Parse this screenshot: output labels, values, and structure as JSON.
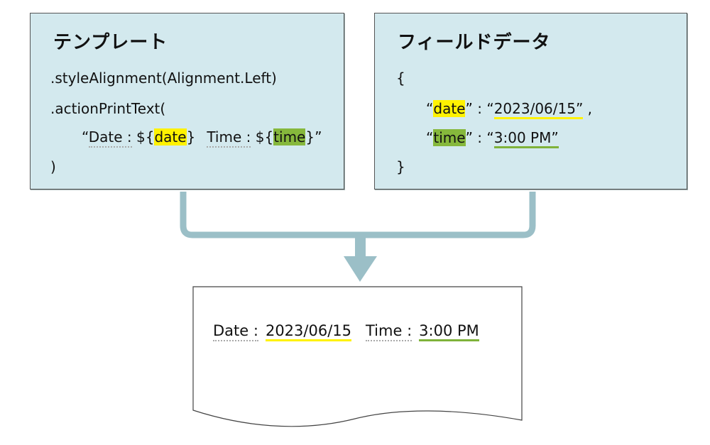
{
  "template": {
    "title": "テンプレート",
    "lines": {
      "l1": ".styleAlignment(Alignment.Left)",
      "l2": ".actionPrintText(",
      "l3_open": "“",
      "l3_date_label": "Date :",
      "l3_dollar1": " ${",
      "l3_date_var": "date",
      "l3_close1": "}",
      "l3_time_label": "Time :",
      "l3_dollar2": " ${",
      "l3_time_var": "time",
      "l3_close2": "}”",
      "l4": ")"
    }
  },
  "field_data": {
    "title": "フィールドデータ",
    "open_brace": "{",
    "row1": {
      "q1": "“",
      "key": "date",
      "q2": "”",
      "colon": " : “",
      "value": "2023/06/15”",
      "comma": " ,"
    },
    "row2": {
      "q1": "“",
      "key": "time",
      "q2": "”",
      "colon": " : “",
      "value": "3:00 PM”"
    },
    "close_brace": "}"
  },
  "output": {
    "date_label": "Date :",
    "date_value": "2023/06/15",
    "time_label": "Time :",
    "time_value": "3:00 PM"
  },
  "colors": {
    "box_fill": "#d3e9ee",
    "connector": "#9bbfc7",
    "highlight_date": "#fff200",
    "highlight_time": "#86b83c"
  }
}
